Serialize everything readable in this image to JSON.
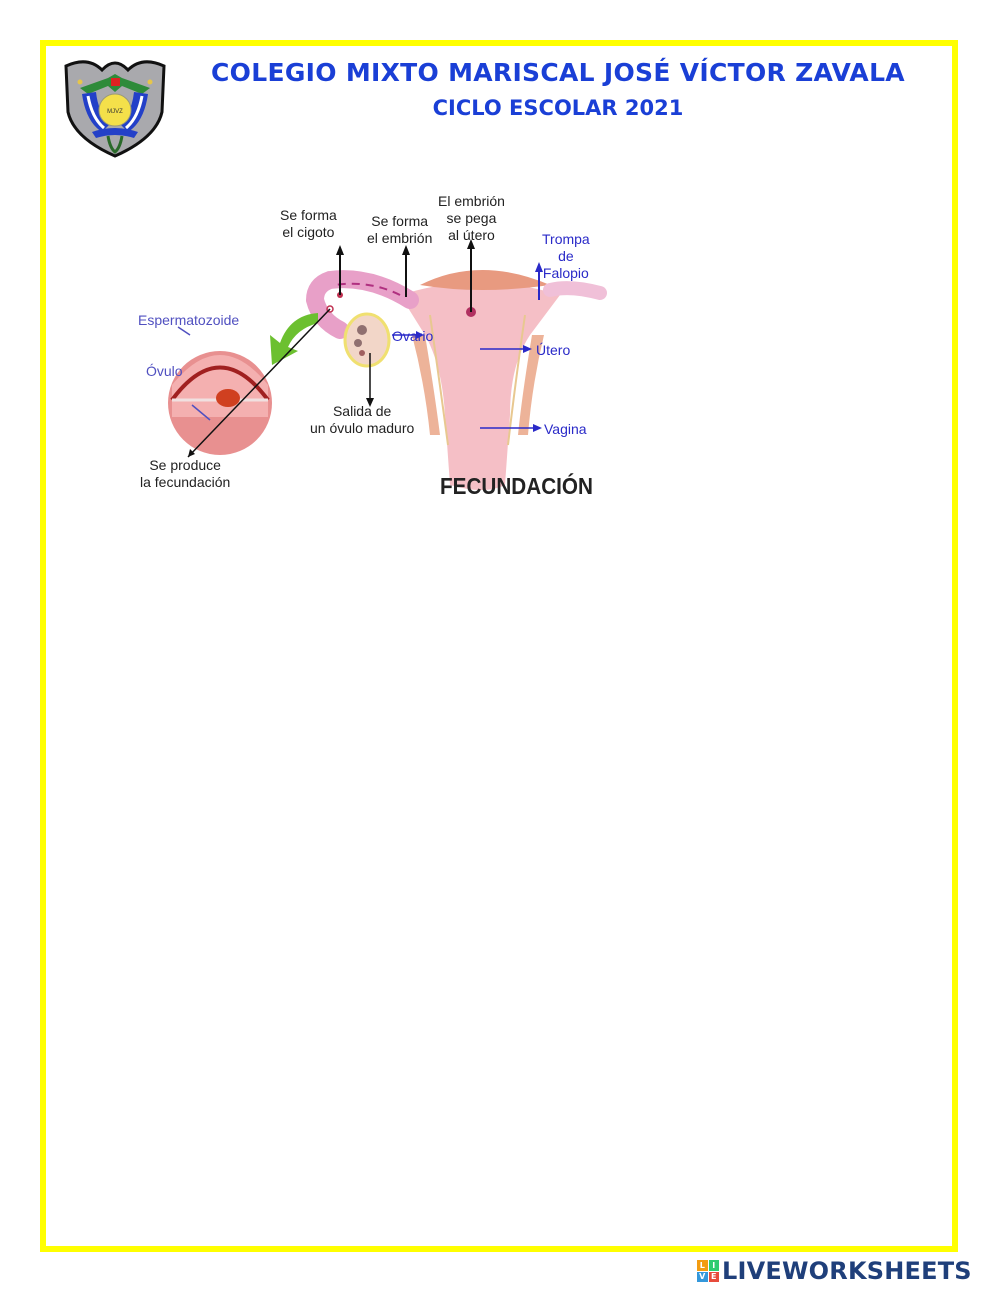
{
  "header": {
    "school_name": "COLEGIO MIXTO MARISCAL JOSÉ VÍCTOR ZAVALA",
    "school_year": "CICLO ESCOLAR 2021",
    "crest_text": "MJVZ"
  },
  "diagram": {
    "title": "FECUNDACIÓN",
    "labels": {
      "zygote_line1": "Se forma",
      "zygote_line2": "el cigoto",
      "embryo_line1": "Se forma",
      "embryo_line2": "el embrión",
      "implant_line1": "El embrión",
      "implant_line2": "se pega",
      "implant_line3": "al útero",
      "tube_line1": "Trompa",
      "tube_line2": "de",
      "tube_line3": "Falopio",
      "sperm": "Espermatozoide",
      "ovum": "Óvulo",
      "ovary": "Ovario",
      "uterus": "Útero",
      "vagina": "Vagina",
      "ovulation_line1": "Salida de",
      "ovulation_line2": "un óvulo maduro",
      "fertilization_line1": "Se produce",
      "fertilization_line2": "la fecundación"
    }
  },
  "footer": {
    "brand": "LIVEWORKSHEETS",
    "logo_letters": [
      "L",
      "I",
      "V",
      "E"
    ],
    "logo_colors": [
      "#f39c12",
      "#2ecc71",
      "#3498db",
      "#e74c3c"
    ]
  },
  "colors": {
    "border": "#ffff00",
    "title": "#1a3fd6",
    "brand": "#1f3f7a"
  }
}
